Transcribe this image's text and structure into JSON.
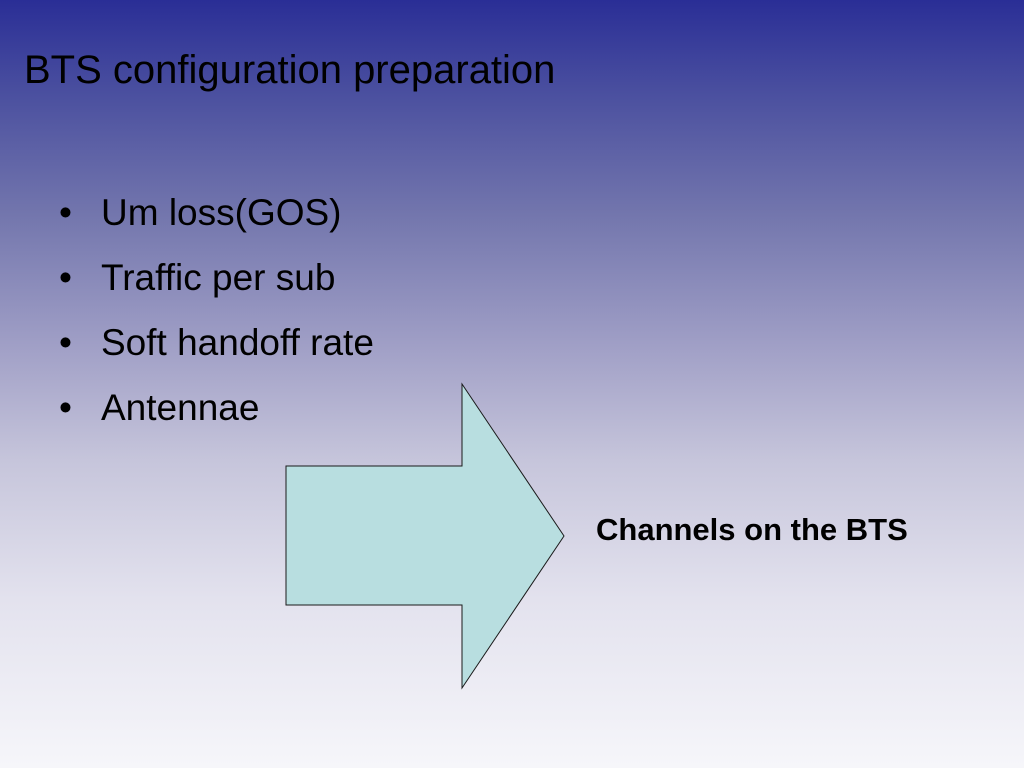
{
  "slide": {
    "title": "BTS configuration preparation",
    "bullet_symbol": "•",
    "bullets": [
      "Um loss(GOS)",
      "Traffic per sub",
      "Soft handoff rate",
      "Antennae"
    ],
    "arrow_caption": "Channels on the BTS"
  },
  "colors": {
    "arrow_fill": "#b8dee0",
    "arrow_stroke": "#1a1a1a",
    "background_top": "#2a2e96",
    "background_bottom": "#f6f6fa"
  },
  "icons": {
    "arrow": "right-block-arrow-icon"
  }
}
